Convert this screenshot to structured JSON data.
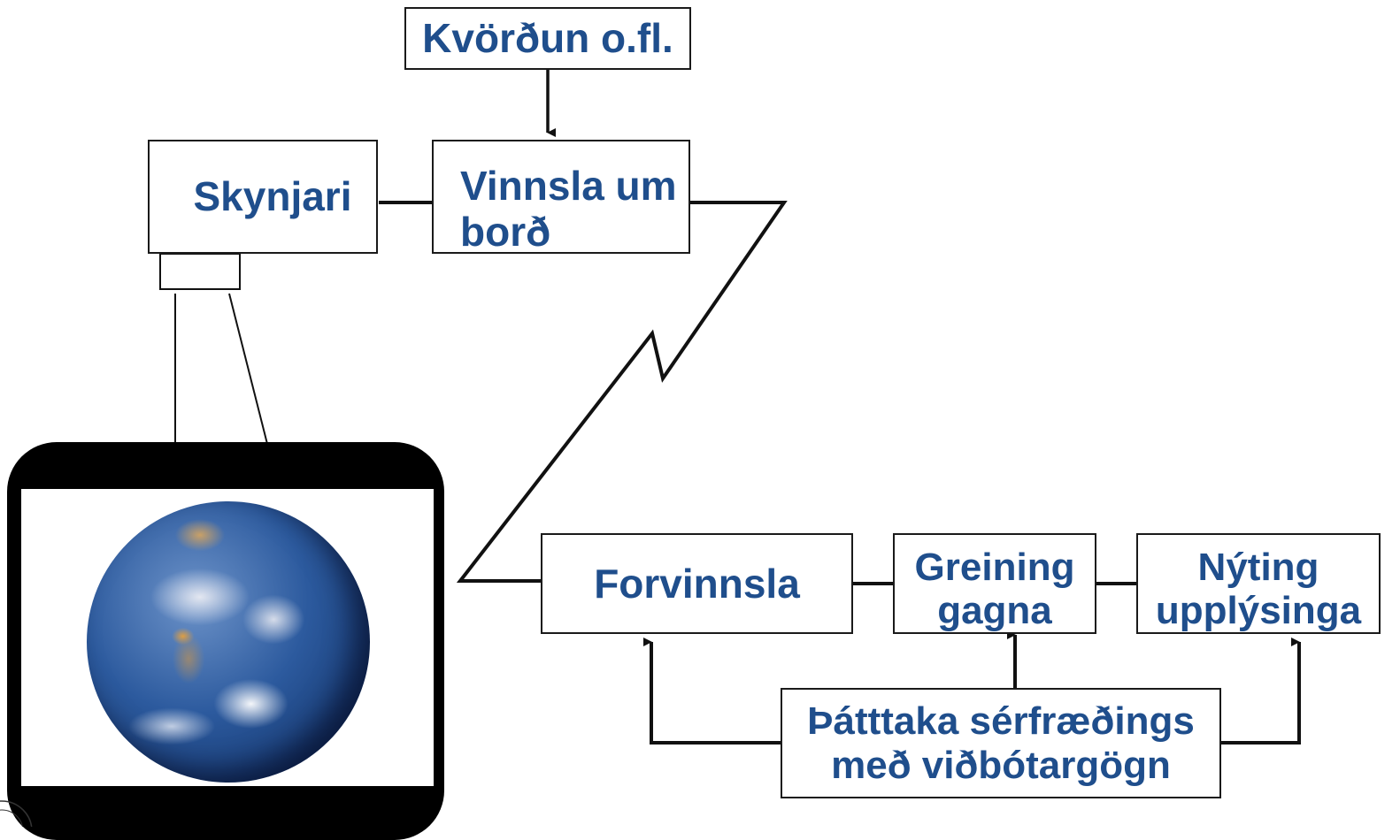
{
  "diagram": {
    "nodes": {
      "kvordun": "Kvörðun o.fl.",
      "skynjari": "Skynjari",
      "vinnsla": "Vinnsla um\nborð",
      "forvinnsla": "Forvinnsla",
      "greining": "Greining\ngagna",
      "nyting": "Nýting\nupplýsinga",
      "thatttaka": "Þátttaka sérfræðings\nmeð viðbótargögn"
    },
    "colors": {
      "label": "#1f4e8c",
      "border": "#1a1a1a",
      "frame": "#000000"
    },
    "icons": {
      "earth": "earth-globe-image"
    }
  }
}
